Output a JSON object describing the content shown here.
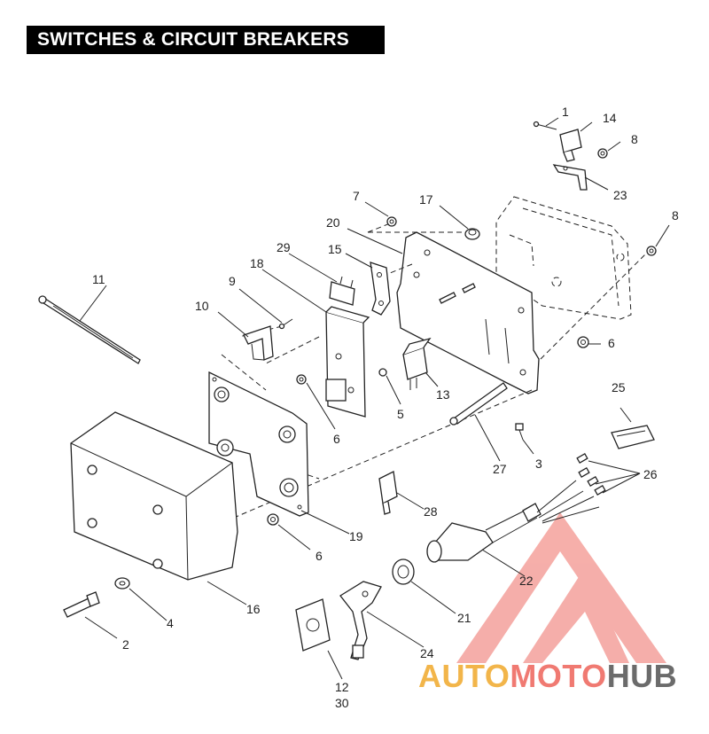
{
  "title": "SWITCHES & CIRCUIT BREAKERS",
  "callouts": {
    "c1": "1",
    "c2": "2",
    "c3": "3",
    "c4": "4",
    "c5": "5",
    "c6a": "6",
    "c6b": "6",
    "c6c": "6",
    "c7": "7",
    "c8a": "8",
    "c8b": "8",
    "c9": "9",
    "c10": "10",
    "c11": "11",
    "c12": "12",
    "c13": "13",
    "c14": "14",
    "c15": "15",
    "c16": "16",
    "c17": "17",
    "c18": "18",
    "c19": "19",
    "c20": "20",
    "c21": "21",
    "c22": "22",
    "c23": "23",
    "c24": "24",
    "c25": "25",
    "c26": "26",
    "c27": "27",
    "c28": "28",
    "c29": "29",
    "c30": "30"
  },
  "watermark": {
    "part1": "AUTO",
    "part2": "MOTO",
    "part3": "HUB",
    "colors": {
      "auto": "#f2b54a",
      "moto": "#f07a72",
      "hub": "#6b6b6b",
      "triangle": "#f07a72"
    }
  }
}
